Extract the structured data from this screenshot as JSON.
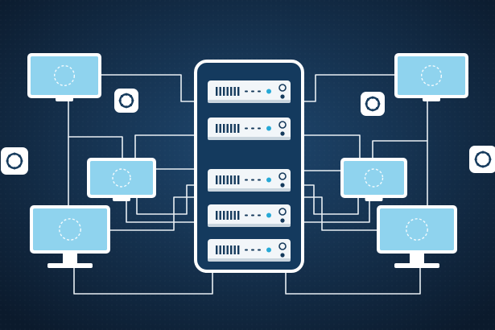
{
  "colors": {
    "background_center": "#1f4870",
    "background_edge": "#0b1a2c",
    "line": "#e8eef3",
    "screen": "#8fd3ee",
    "screen_dark": "#6fc2e2",
    "frame": "#ffffff",
    "server_body": "#143a5e",
    "server_unit": "#f2f6f9",
    "led": "#27a9d6",
    "slot": "#153a5c",
    "node": "#ffffff",
    "node_inner": "#153a5c"
  },
  "icons": {
    "server": "server-rack-icon",
    "monitor": "monitor-icon",
    "connector": "network-node-icon",
    "screen_mark": "loading-circle-icon"
  },
  "diagram": {
    "server_units": 5,
    "monitors": 6,
    "connector_nodes": 4
  }
}
